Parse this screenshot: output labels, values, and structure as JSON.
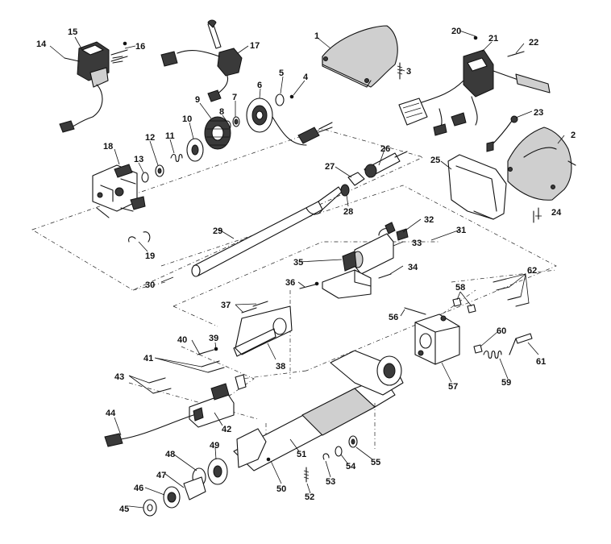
{
  "callouts": [
    "1",
    "2",
    "3",
    "4",
    "5",
    "6",
    "7",
    "8",
    "9",
    "10",
    "11",
    "12",
    "13",
    "14",
    "15",
    "16",
    "17",
    "18",
    "19",
    "20",
    "21",
    "22",
    "23",
    "24",
    "25",
    "26",
    "27",
    "28",
    "29",
    "30",
    "31",
    "32",
    "33",
    "34",
    "35",
    "36",
    "37",
    "38",
    "39",
    "40",
    "41",
    "42",
    "43",
    "44",
    "45",
    "46",
    "47",
    "48",
    "49",
    "50",
    "51",
    "52",
    "53",
    "54",
    "55",
    "56",
    "57",
    "58",
    "59",
    "60",
    "61",
    "62"
  ]
}
